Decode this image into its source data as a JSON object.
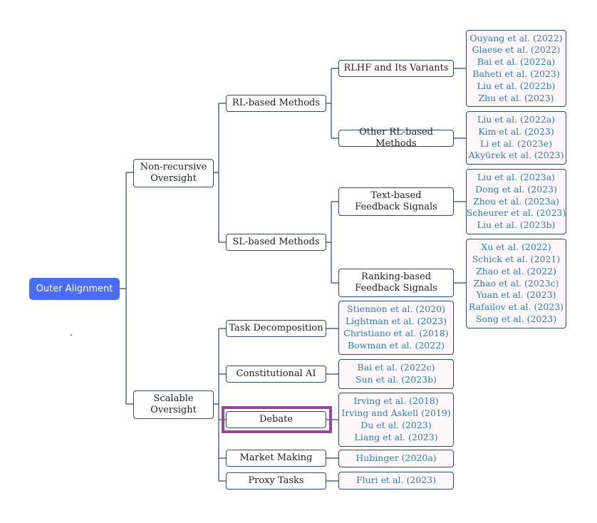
{
  "root": {
    "label": "Outer Alignment"
  },
  "nodes": {
    "non_recursive": [
      "Non-recursive",
      "Oversight"
    ],
    "scalable": [
      "Scalable",
      "Oversight"
    ],
    "rl_based": [
      "RL-based Methods"
    ],
    "sl_based": [
      "SL-based Methods"
    ],
    "rlhf": [
      "RLHF and Its Variants"
    ],
    "other_rl": [
      "Other RL-based Methods"
    ],
    "text_based": [
      "Text-based",
      "Feedback Signals"
    ],
    "ranking_based": [
      "Ranking-based",
      "Feedback Signals"
    ],
    "task_decomposition": [
      "Task Decomposition"
    ],
    "constitutional_ai": [
      "Constitutional AI"
    ],
    "debate": [
      "Debate"
    ],
    "market_making": [
      "Market Making"
    ],
    "proxy_tasks": [
      "Proxy Tasks"
    ]
  },
  "refs": {
    "rlhf": [
      "Ouyang et al. (2022)",
      "Glaese et al. (2022)",
      "Bai et al. (2022a)",
      "Baheti et al. (2023)",
      "Liu et al. (2022b)",
      "Zhu et al. (2023)"
    ],
    "other_rl": [
      "Liu et al. (2022a)",
      "Kim et al. (2023)",
      "Li et al. (2023e)",
      "Akyürek et al. (2023)"
    ],
    "text_based": [
      "Liu et al. (2023a)",
      "Dong et al. (2023)",
      "Zhou et al. (2023a)",
      "Scheurer et al. (2023)",
      "Liu et al. (2023b)"
    ],
    "ranking_based": [
      "Xu et al. (2022)",
      "Schick et al. (2021)",
      "Zhao et al. (2022)",
      "Zhao et al. (2023c)",
      "Yuan et al. (2023)",
      "Rafailov et al. (2023)",
      "Song et al. (2023)"
    ],
    "task_decomposition": [
      "Stiennon et al. (2020)",
      "Lightman et al. (2023)",
      "Christiano et al. (2018)",
      "Bowman et al. (2022)"
    ],
    "constitutional_ai": [
      "Bai et al. (2022c)",
      "Sun et al. (2023b)"
    ],
    "debate": [
      "Irving et al. (2018)",
      "Irving and Askell (2019)",
      "Du et al. (2023)",
      "Liang et al. (2023)"
    ],
    "market_making": [
      "Hubinger (2020a)"
    ],
    "proxy_tasks": [
      "Fluri et al. (2023)"
    ]
  },
  "colors": {
    "root_fill": "#4a6cf7",
    "node_border": "#2e4a6a",
    "ref_text": "#2e7bc4",
    "ref_fill": "#fdf7f9",
    "highlight": "#9a44a0"
  }
}
